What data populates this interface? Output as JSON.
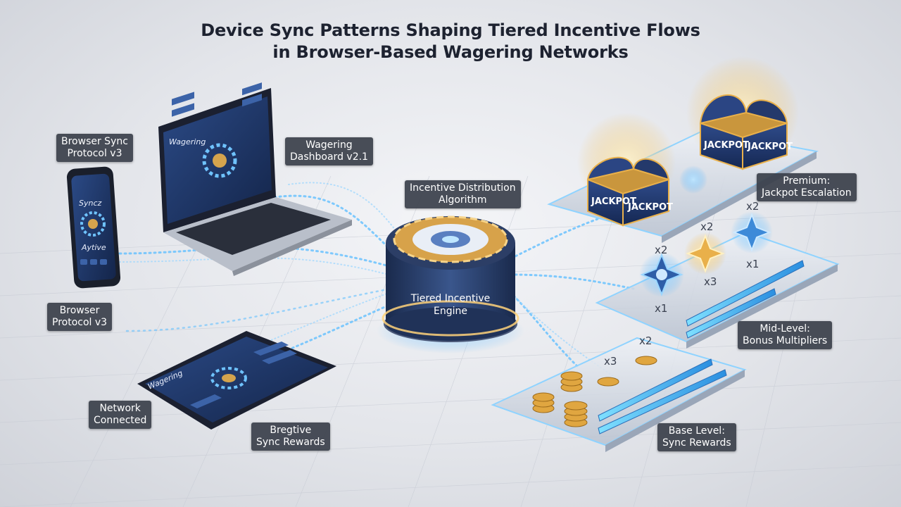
{
  "title": {
    "line1": "Device Sync Patterns Shaping Tiered Incentive Flows",
    "line2": "in Browser-Based Wagering Networks"
  },
  "labels": {
    "browser_sync_protocol": [
      "Browser Sync",
      "Protocol v3"
    ],
    "wagering_dashboard": [
      "Wagering",
      "Dashboard v2.1"
    ],
    "incentive_distribution": [
      "Incentive Distribution",
      "Algorithm"
    ],
    "browser_protocol": [
      "Browser",
      "Protocol v3"
    ],
    "network_connected": [
      "Network",
      "Connected"
    ],
    "bregtive_sync_rewards": [
      "Bregtive",
      "Sync Rewards"
    ],
    "premium": [
      "Premium:",
      "Jackpot Escalation"
    ],
    "mid_level": [
      "Mid-Level:",
      "Bonus Multipliers"
    ],
    "base_level": [
      "Base Level:",
      "Sync Rewards"
    ]
  },
  "engine": {
    "line1": "Tiered Incentive",
    "line2": "Engine"
  },
  "devices": {
    "phone_text1": "Syncz",
    "phone_text2": "Aytive",
    "laptop_text": "Wagering",
    "tablet_text": "Wagering"
  },
  "jackpot": {
    "chest1": "JACKPOT",
    "chest1b": "JACKPOT",
    "chest2": "JACKPOT",
    "chest2b": "JACKPOT"
  },
  "multipliers": {
    "mid": [
      "x2",
      "x2",
      "x2",
      "x1",
      "x3",
      "x1"
    ],
    "base": [
      "x3",
      "x2"
    ]
  },
  "colors": {
    "accent_blue": "#4fb3ff",
    "gold": "#e9b04a",
    "label_bg": "#3a3f4a",
    "screen_bg": "#1f3566"
  }
}
